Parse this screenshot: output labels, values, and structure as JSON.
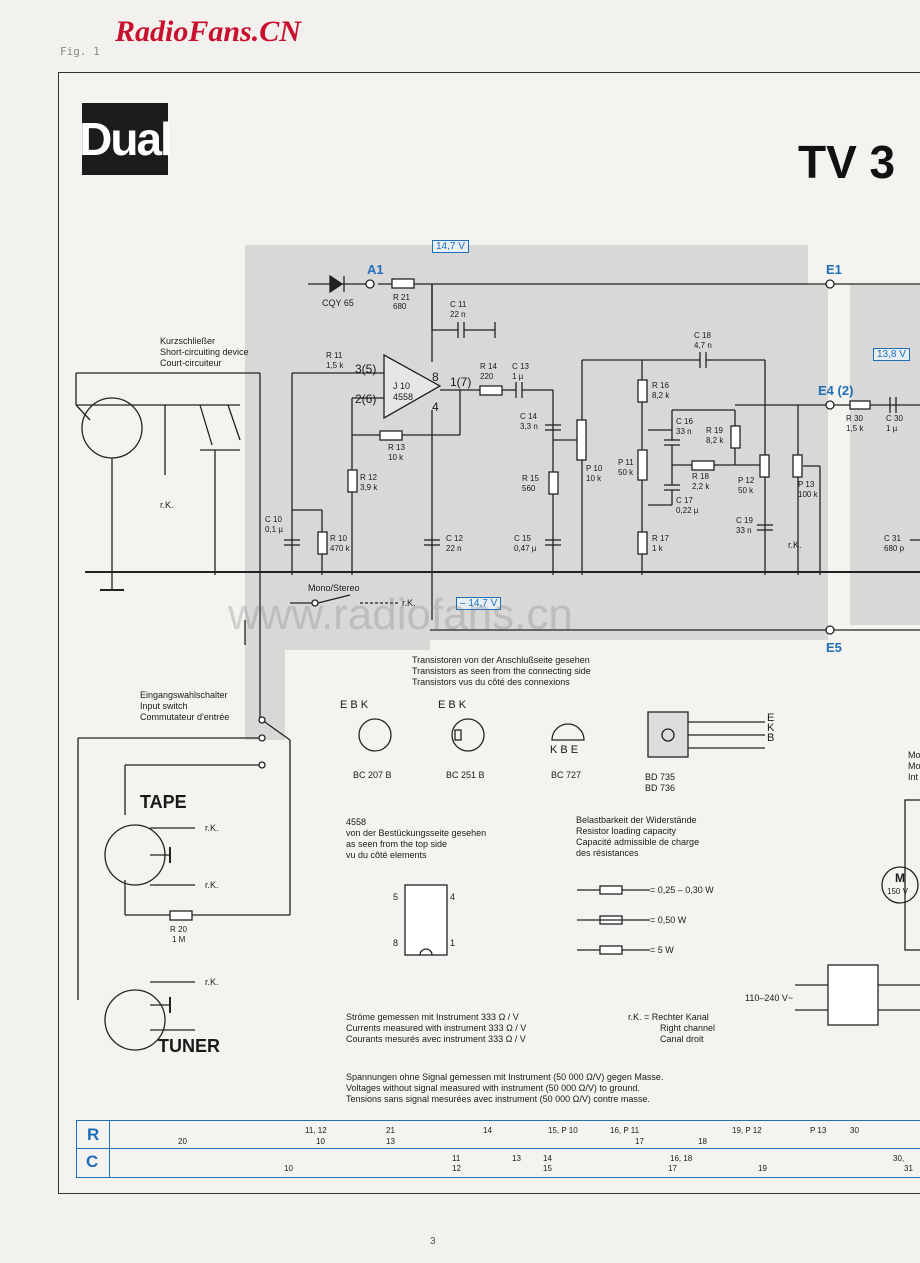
{
  "watermark": "RadioFans.CN",
  "fig_label": "Fig. 1",
  "brand": "Dual",
  "model_title": "TV 3",
  "page_number": "3",
  "web_watermark": "www.radiofans.cn",
  "connectors": {
    "a1": "A1",
    "e1": "E1",
    "e4": "E4 (2)",
    "e5": "E5"
  },
  "voltages": {
    "v1": "14,7 V",
    "v2": "– 14,7 V",
    "v3": "13,8 V"
  },
  "components": {
    "led": "CQY 65",
    "r21": "R 21",
    "r21v": "680",
    "c11": "C 11",
    "c11v": "22 n",
    "r11": "R 11",
    "r11v": "1,5 k",
    "ic": "J 10",
    "icv": "4558",
    "pin3": "3(5)",
    "pin2": "2(6)",
    "pin8": "8",
    "pin1": "1(7)",
    "pin4": "4",
    "r14": "R 14",
    "r14v": "220",
    "c13": "C 13",
    "c13v": "1 µ",
    "c18": "C 18",
    "c18v": "4,7 n",
    "r16": "R 16",
    "r16v": "8,2 k",
    "c14": "C 14",
    "c14v": "3,3 n",
    "r13": "R 13",
    "r13v": "10 k",
    "r12": "R 12",
    "r12v": "3,9 k",
    "c16": "C 16",
    "c16v": "33 n",
    "r19": "R 19",
    "r19v": "8,2 k",
    "r15": "R 15",
    "r15v": "560",
    "p10": "P 10",
    "p10v": "10 k",
    "p11": "P 11",
    "p11v": "50 k",
    "r18": "R 18",
    "r18v": "2,2 k",
    "p12": "P 12",
    "p12v": "50 k",
    "p13": "P 13",
    "p13v": "100 k",
    "c17": "C 17",
    "c17v": "0,22 µ",
    "c10": "C 10",
    "c10v": "0,1 µ",
    "r10": "R 10",
    "r10v": "470 k",
    "c12": "C 12",
    "c12v": "22 n",
    "c15": "C 15",
    "c15v": "0,47 µ",
    "r17": "R 17",
    "r17v": "1 k",
    "c19": "C 19",
    "c19v": "33 n",
    "r30": "R 30",
    "r30v": "1,5 k",
    "c30": "C 30",
    "c30v": "1 µ",
    "c31": "C 31",
    "c31v": "680 p",
    "r20": "R 20",
    "r20v": "1 M",
    "motor": "M",
    "motorv": "150 V",
    "mains": "110–240 V~"
  },
  "labels": {
    "short_de": "Kurzschließer",
    "short_en": "Short-circuiting device",
    "short_fr": "Court-circuiteur",
    "rk": "r.K.",
    "mono_stereo": "Mono/Stereo",
    "input_de": "Eingangswahlschalter",
    "input_en": "Input switch",
    "input_fr": "Commutateur d'entrée",
    "tape": "TAPE",
    "tuner": "TUNER",
    "mo1": "Mo",
    "mo2": "Mo",
    "mo3": "Int"
  },
  "transistor_note": {
    "de": "Transistoren von der Anschlußseite gesehen",
    "en": "Transistors as seen from the connecting side",
    "fr": "Transistors vus du côté des connexions"
  },
  "transistors": [
    {
      "name": "BC 207 B",
      "pins": "E B K"
    },
    {
      "name": "BC 251 B",
      "pins": "E B K"
    },
    {
      "name": "BC 727",
      "pins": "K B E"
    },
    {
      "name": "BD 735",
      "name2": "BD 736",
      "pins": "E K B"
    }
  ],
  "ic_note": {
    "title": "4558",
    "de": "von der Bestückungsseite gesehen",
    "en": "as seen from the top side",
    "fr": "vu du côté elements",
    "pins": [
      "5",
      "4",
      "8",
      "1"
    ]
  },
  "resistor_load": {
    "de": "Belastbarkeit der Widerstände",
    "en": "Resistor loading capacity",
    "fr": "Capacité admissible de charge",
    "fr2": "des résistances",
    "r1": "= 0,25 – 0,30 W",
    "r2": "= 0,50 W",
    "r3": "= 5 W"
  },
  "currents": {
    "de": "Ströme gemessen mit Instrument 333 Ω / V",
    "en": "Currents measured with instrument 333 Ω / V",
    "fr": "Courants mesurés avec instrument 333 Ω / V"
  },
  "rk_note": {
    "de": "r.K. = Rechter Kanal",
    "en": "Right channel",
    "fr": "Canal droit"
  },
  "voltages_note": {
    "de": "Spannungen ohne Signal gemessen mit Instrument (50 000 Ω/V) gegen Masse.",
    "en": "Voltages without signal measured with instrument (50 000 Ω/V) to ground.",
    "fr": "Tensions sans signal mesurées avec instrument (50 000 Ω/V) contre masse."
  },
  "legend_rows": {
    "r": {
      "label": "R",
      "cells": [
        {
          "top": "",
          "bot": "20"
        },
        {
          "top": "11, 12",
          "bot": "10"
        },
        {
          "top": "21",
          "bot": "13"
        },
        {
          "top": "14",
          "bot": ""
        },
        {
          "top": "15, P 10",
          "bot": ""
        },
        {
          "top": "16, P 11",
          "bot": "17"
        },
        {
          "top": "",
          "bot": "18"
        },
        {
          "top": "19, P 12",
          "bot": ""
        },
        {
          "top": "P 13",
          "bot": ""
        },
        {
          "top": "30",
          "bot": ""
        }
      ]
    },
    "c": {
      "label": "C",
      "cells": [
        {
          "top": "",
          "bot": "10"
        },
        {
          "top": "11",
          "bot": "12"
        },
        {
          "top": "13",
          "bot": ""
        },
        {
          "top": "14",
          "bot": "15"
        },
        {
          "top": "16, 18",
          "bot": "17"
        },
        {
          "top": "",
          "bot": "19"
        },
        {
          "top": "30,",
          "bot": "31"
        }
      ]
    }
  }
}
